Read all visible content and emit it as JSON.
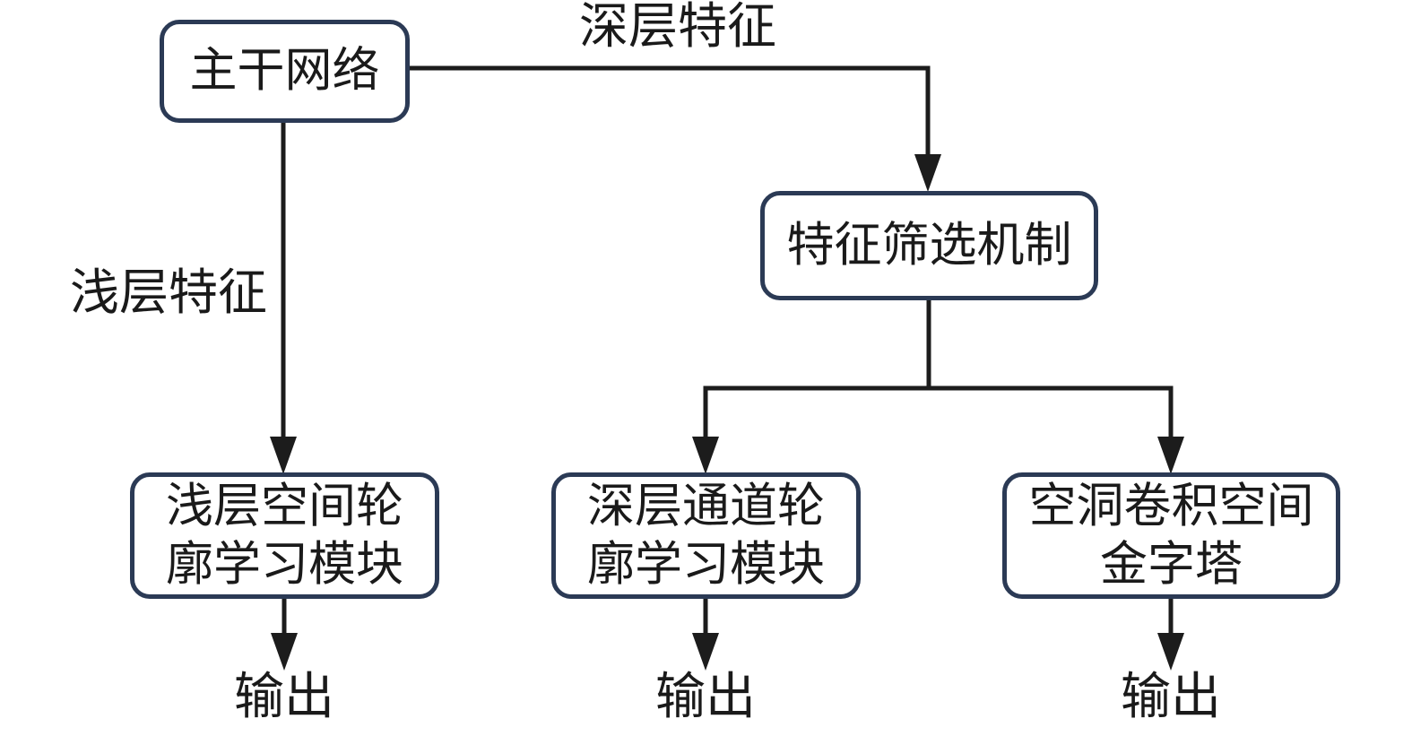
{
  "diagram": {
    "colors": {
      "background": "#ffffff",
      "box_border": "#2b3a55",
      "box_fill": "#ffffff",
      "line": "#1c1c1c",
      "text": "#1a1a1a"
    },
    "nodes": {
      "backbone": {
        "label": "主干网络"
      },
      "feature_select": {
        "label": "特征筛选机制"
      },
      "shallow_module": {
        "label": "浅层空间轮\n廓学习模块"
      },
      "deep_module": {
        "label": "深层通道轮\n廓学习模块"
      },
      "aspp": {
        "label": "空洞卷积空间\n金字塔"
      }
    },
    "edge_labels": {
      "deep_feature": "深层特征",
      "shallow_feature": "浅层特征"
    },
    "outputs": {
      "left": "输出",
      "middle": "输出",
      "right": "输出"
    }
  }
}
